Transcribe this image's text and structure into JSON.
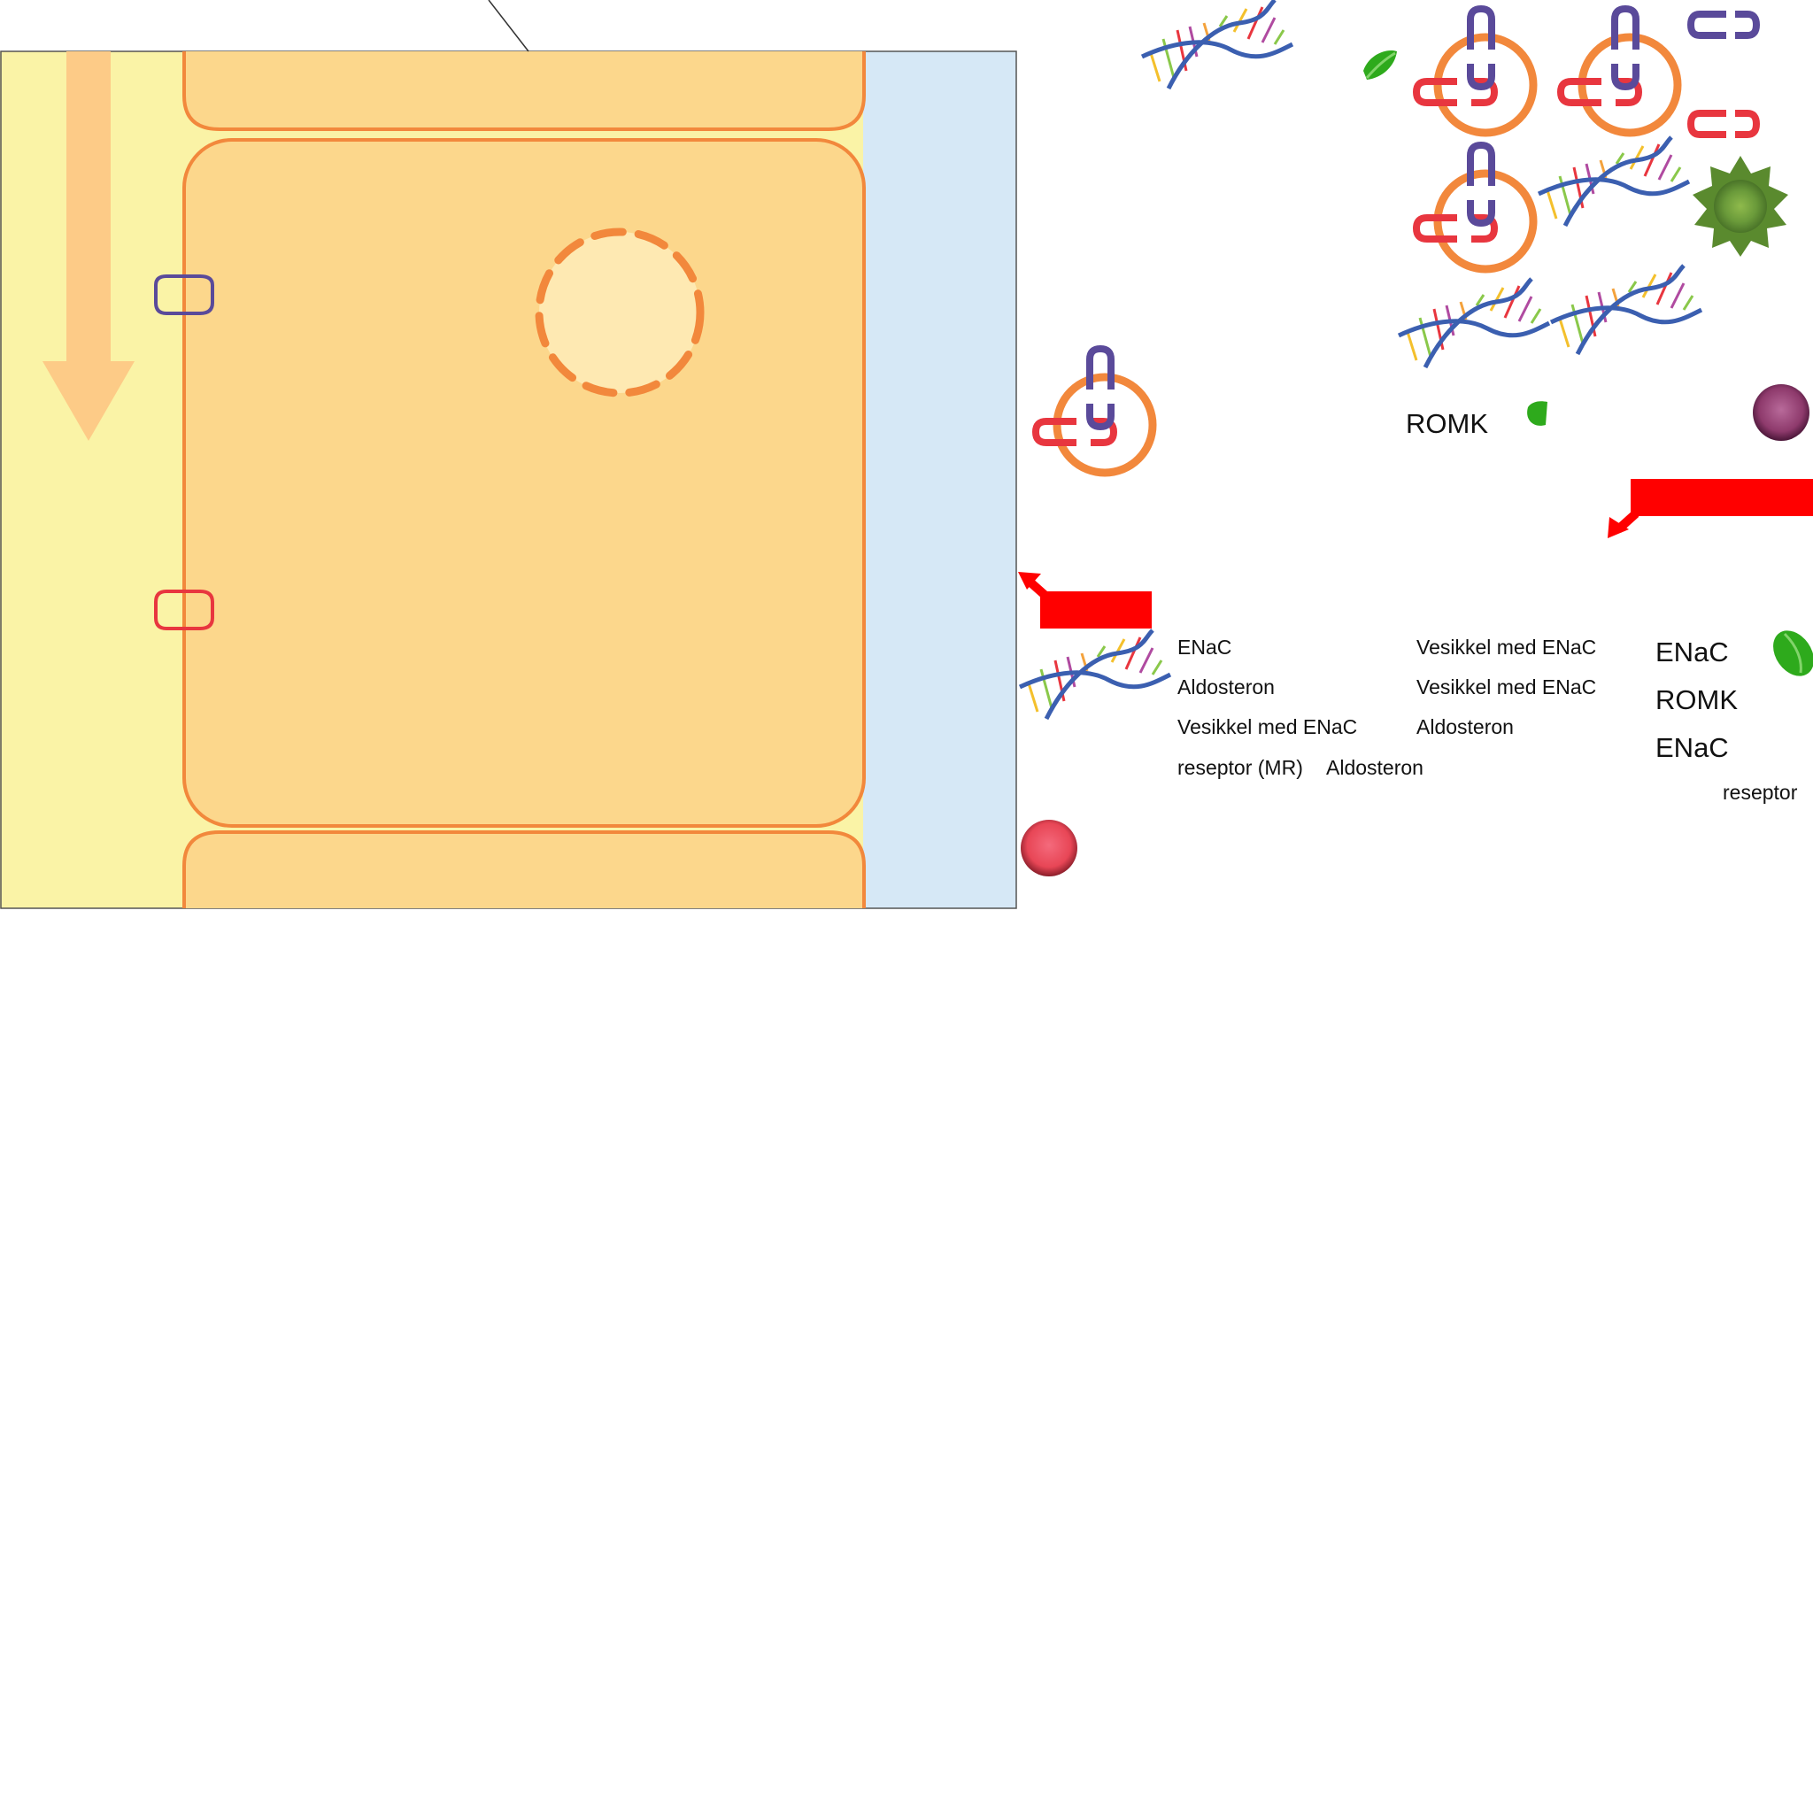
{
  "colors": {
    "lumen": "#faf3a6",
    "interstitium": "#d6e8f6",
    "cell_fill": "#fcd78c",
    "cell_border": "#f2883c",
    "nucleus_fill": "#fee9b2",
    "flow_arrow": "#fdcb87",
    "enac": "#e8363f",
    "romk": "#5a4a9a",
    "red_arrow": "#ff0000",
    "aldosterone_green": "#2eaa1c",
    "receptor_green": "#5a8a2e",
    "dna_backbone": "#3b5fb0"
  },
  "icons": [
    "flow-arrow-icon",
    "enac-channel-icon",
    "romk-channel-icon",
    "vesicle-icon",
    "dna-icon",
    "aldosterone-icon",
    "mineralocorticoid-receptor-icon",
    "red-arrow-icon",
    "sodium-ion-icon",
    "potassium-ion-icon"
  ],
  "labels": {
    "romk_top": "ROMK",
    "col1": [
      "ENaC",
      "Aldosteron",
      "Vesikkel med ENaC",
      "reseptor (MR)"
    ],
    "col1_extra": "Aldosteron",
    "col2": [
      "Vesikkel med ENaC",
      "Vesikkel med ENaC",
      "Aldosteron"
    ],
    "col3": [
      "ENaC",
      "ROMK",
      "ENaC"
    ],
    "col3_extra": "reseptor"
  }
}
